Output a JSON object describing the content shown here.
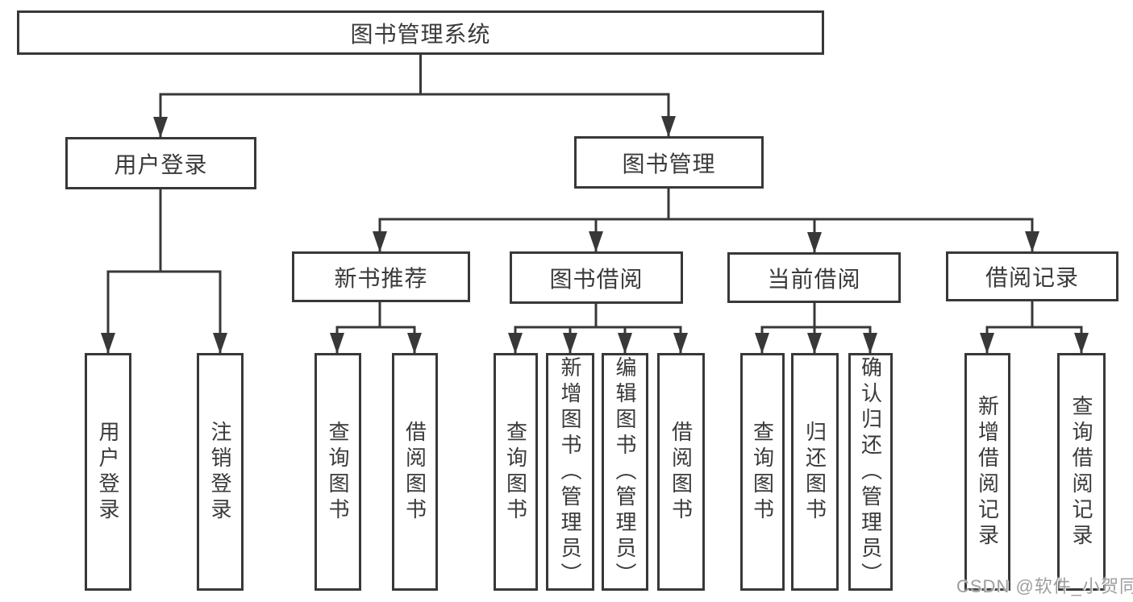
{
  "diagram": {
    "root": {
      "label": "图书管理系统"
    },
    "login": {
      "label": "用户登录",
      "children": [
        {
          "label": "用户登录"
        },
        {
          "label": "注销登录"
        }
      ]
    },
    "management": {
      "label": "图书管理",
      "children": [
        {
          "label": "新书推荐",
          "children": [
            {
              "label": "查询图书"
            },
            {
              "label": "借阅图书"
            }
          ]
        },
        {
          "label": "图书借阅",
          "children": [
            {
              "label": "查询图书"
            },
            {
              "label": "新增图书（管理员）"
            },
            {
              "label": "编辑图书（管理员）"
            },
            {
              "label": "借阅图书"
            }
          ]
        },
        {
          "label": "当前借阅",
          "children": [
            {
              "label": "查询图书"
            },
            {
              "label": "归还图书"
            },
            {
              "label": "确认归还（管理员）"
            }
          ]
        },
        {
          "label": "借阅记录",
          "children": [
            {
              "label": "新增借阅记录"
            },
            {
              "label": "查询借阅记录"
            }
          ]
        }
      ]
    }
  },
  "watermark": {
    "text": "CSDN @软件_小贺同学"
  },
  "colors": {
    "line": "#383838",
    "text": "#3a3a3a",
    "background": "#ffffff",
    "watermark": "#9e9e9e"
  }
}
